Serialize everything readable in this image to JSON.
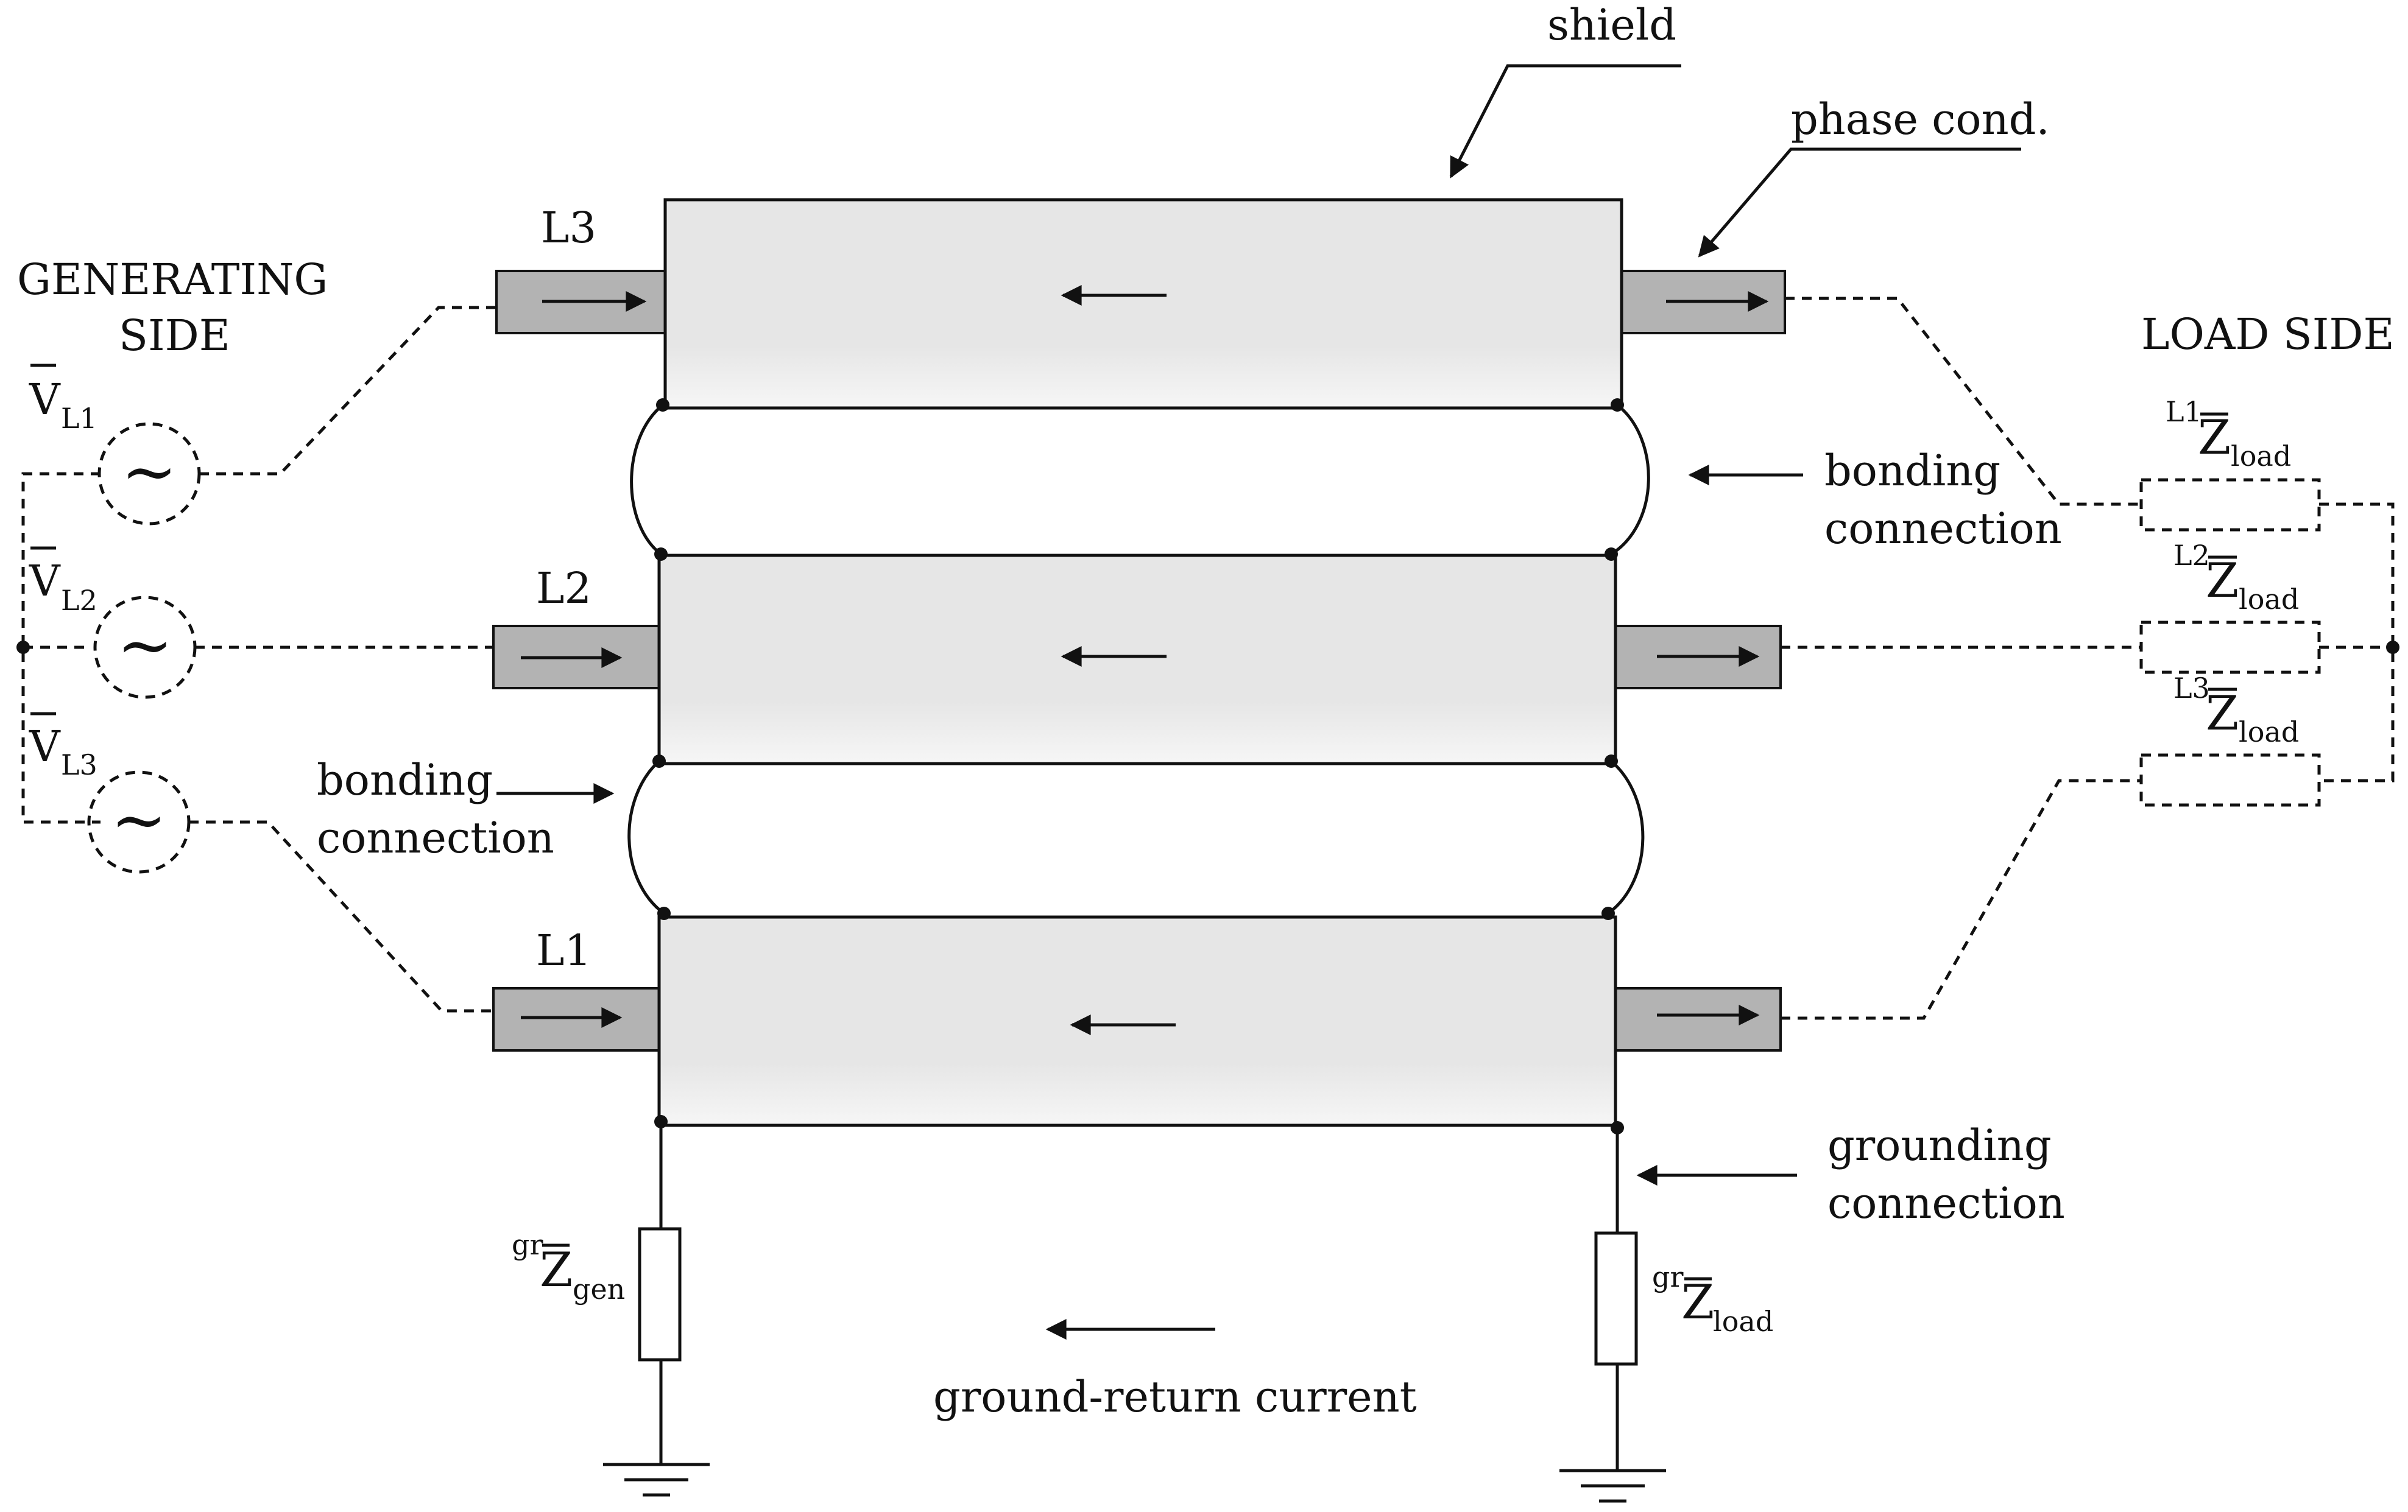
{
  "labels": {
    "shield": "shield",
    "phase_cond": "phase cond.",
    "generating_side_1": "GENERATING",
    "generating_side_2": "SIDE",
    "load_side": "LOAD SIDE",
    "bonding_top_1": "bonding",
    "bonding_top_2": "connection",
    "bonding_mid_1": "bonding",
    "bonding_mid_2": "connection",
    "grounding_1": "grounding",
    "grounding_2": "connection",
    "ground_return": "ground-return current"
  },
  "conductors": {
    "l3": "L3",
    "l2": "L2",
    "l1": "L1"
  },
  "sources": {
    "v_symbol": "V",
    "l1_sub": "L1",
    "l2_sub": "L2",
    "l3_sub": "L3",
    "tilde": "~"
  },
  "loads": {
    "z_symbol": "Z",
    "load_sub": "load",
    "l1_sup": "L1",
    "l2_sup": "L2",
    "l3_sup": "L3"
  },
  "grounding": {
    "gen_sup": "gr",
    "gen_z": "Z",
    "gen_sub": "gen",
    "load_sup": "gr",
    "load_z": "Z",
    "load_sub": "load"
  },
  "colors": {
    "shield_fill": "#e6e6e6",
    "conductor_fill": "#b3b3b3",
    "line": "#111111"
  }
}
